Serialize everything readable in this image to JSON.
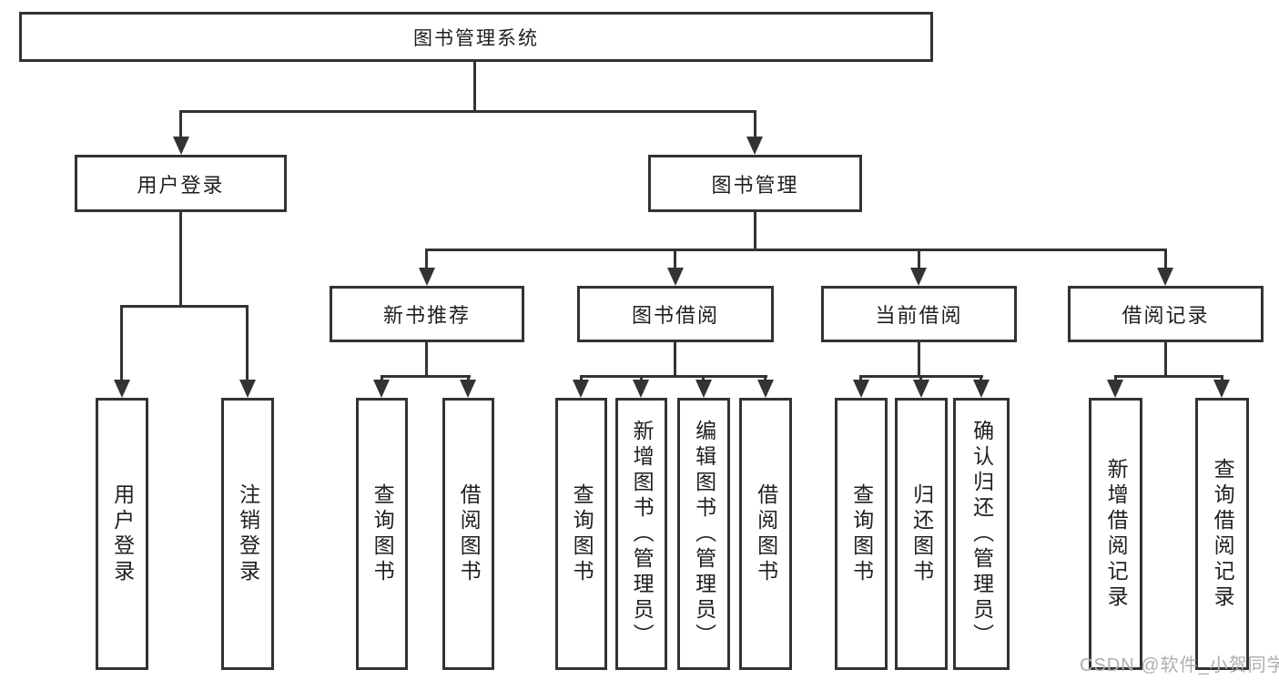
{
  "nodes": {
    "root": "图书管理系统",
    "userLogin": {
      "label": "用户登录",
      "leaves": [
        "用户登录",
        "注销登录"
      ]
    },
    "bookManagement": {
      "label": "图书管理",
      "sections": [
        {
          "label": "新书推荐",
          "leaves": [
            "查询图书",
            "借阅图书"
          ]
        },
        {
          "label": "图书借阅",
          "leaves": [
            "查询图书",
            "新增图书（管理员）",
            "编辑图书（管理员）",
            "借阅图书"
          ]
        },
        {
          "label": "当前借阅",
          "leaves": [
            "查询图书",
            "归还图书",
            "确认归还（管理员）"
          ]
        },
        {
          "label": "借阅记录",
          "leaves": [
            "新增借阅记录",
            "查询借阅记录"
          ]
        }
      ]
    }
  },
  "watermark": {
    "text": "CSDN @软件_小贺同学"
  },
  "colors": {
    "line": "#333333",
    "text": "#1f1f1f",
    "background": "#ffffff",
    "watermark": "#aeaeae"
  }
}
